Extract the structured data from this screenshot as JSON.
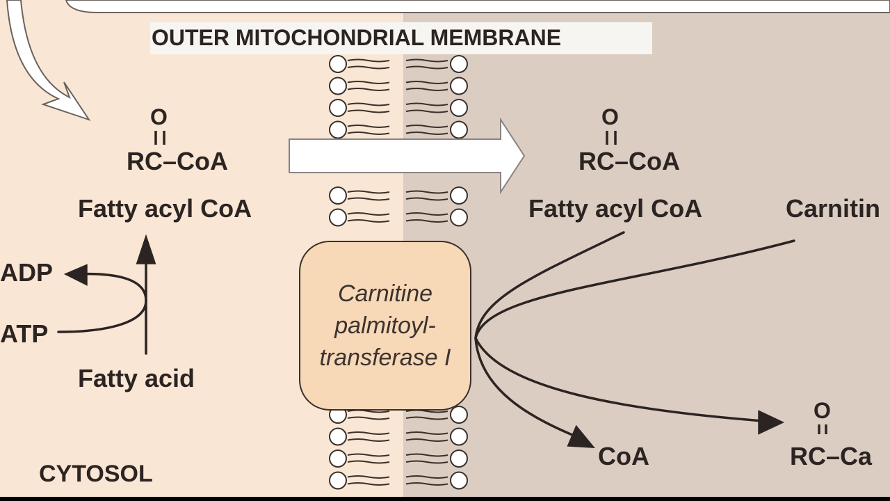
{
  "membrane_title": "OUTER MITOCHONDRIAL MEMBRANE",
  "cytosol_label": "CYTOSOL",
  "left": {
    "oxygen": "O",
    "formula": "RC–CoA",
    "name": "Fatty acyl CoA",
    "adp": "ADP",
    "atp": "ATP",
    "fatty_acid": "Fatty acid"
  },
  "right": {
    "oxygen": "O",
    "formula": "RC–CoA",
    "name": "Fatty acyl CoA",
    "carnitine": "Carnitin",
    "coa": "CoA",
    "product_oxygen": "O",
    "product_formula": "RC–Ca"
  },
  "enzyme": {
    "line1": "Carnitine",
    "line2": "palmitoyl-",
    "line3": "transferase I"
  },
  "colors": {
    "cytosol_bg": "#f9e6d4",
    "intermembrane_bg": "#dccdc2",
    "enzyme_fill": "#f7d8b7",
    "ink": "#2b2422"
  }
}
